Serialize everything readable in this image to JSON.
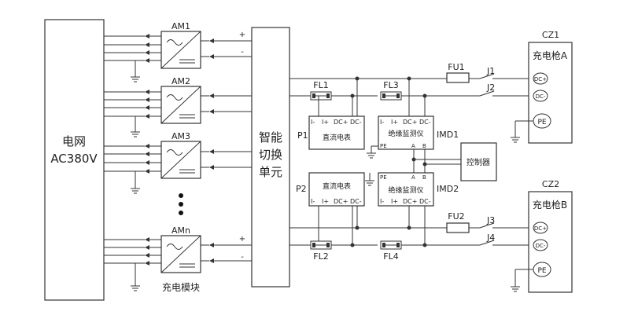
{
  "grid": {
    "line1": "电网",
    "line2": "AC380V"
  },
  "modules": {
    "am1": "AM1",
    "am2": "AM2",
    "am3": "AM3",
    "amn": "AMn",
    "caption": "充电模块"
  },
  "switch_unit": {
    "line1": "智能",
    "line2": "切换",
    "line3": "单元"
  },
  "polarity": {
    "plus": "+",
    "minus": "-"
  },
  "filters": {
    "fl1": "FL1",
    "fl2": "FL2",
    "fl3": "FL3",
    "fl4": "FL4"
  },
  "meters": {
    "p1": "P1",
    "p2": "P2",
    "name": "直流电表",
    "pins": [
      "I-",
      "I+",
      "DC+",
      "DC-"
    ]
  },
  "imd": {
    "imd1": "IMD1",
    "imd2": "IMD2",
    "name": "绝缘监测仪",
    "pins": [
      "I-",
      "I+",
      "DC+",
      "DC-"
    ],
    "pe": "PE",
    "a": "A",
    "b": "B"
  },
  "controller": "控制器",
  "fuses": {
    "fu1": "FU1",
    "fu2": "FU2"
  },
  "contactors": {
    "j1": "J1",
    "j2": "J2",
    "j3": "J3",
    "j4": "J4"
  },
  "connectors": {
    "cz1": "CZ1",
    "gun_a": "充电枪A",
    "cz2": "CZ2",
    "gun_b": "充电枪B",
    "dc_plus": "DC+",
    "dc_minus": "DC-",
    "pe": "PE"
  }
}
